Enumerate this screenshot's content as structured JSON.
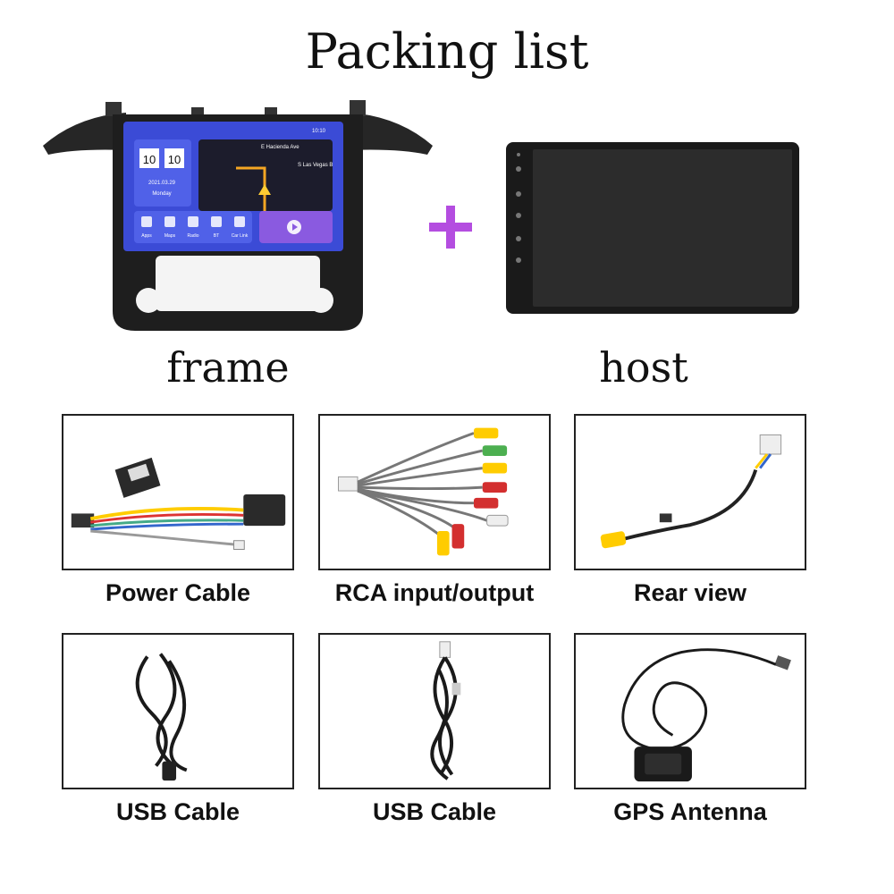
{
  "title": "Packing list",
  "frame": {
    "label": "frame",
    "screen": {
      "clock_h": "10",
      "clock_m": "10",
      "date": "2021.03.29",
      "day": "Monday",
      "status_time": "10:10",
      "map_street_1": "E Hacienda Ave",
      "map_street_2": "S Las Vegas B",
      "apps": [
        "Apps",
        "Maps",
        "Radio",
        "BT",
        "Car Link"
      ]
    }
  },
  "host": {
    "label": "host"
  },
  "items": [
    {
      "label": "Power Cable"
    },
    {
      "label": "RCA input/output"
    },
    {
      "label": "Rear view"
    },
    {
      "label": "USB Cable"
    },
    {
      "label": "USB Cable"
    },
    {
      "label": "GPS Antenna"
    }
  ],
  "colors": {
    "plus": "#b44de0",
    "frame": "#1e1e1e",
    "screen_bg": "#3b4bd6"
  }
}
